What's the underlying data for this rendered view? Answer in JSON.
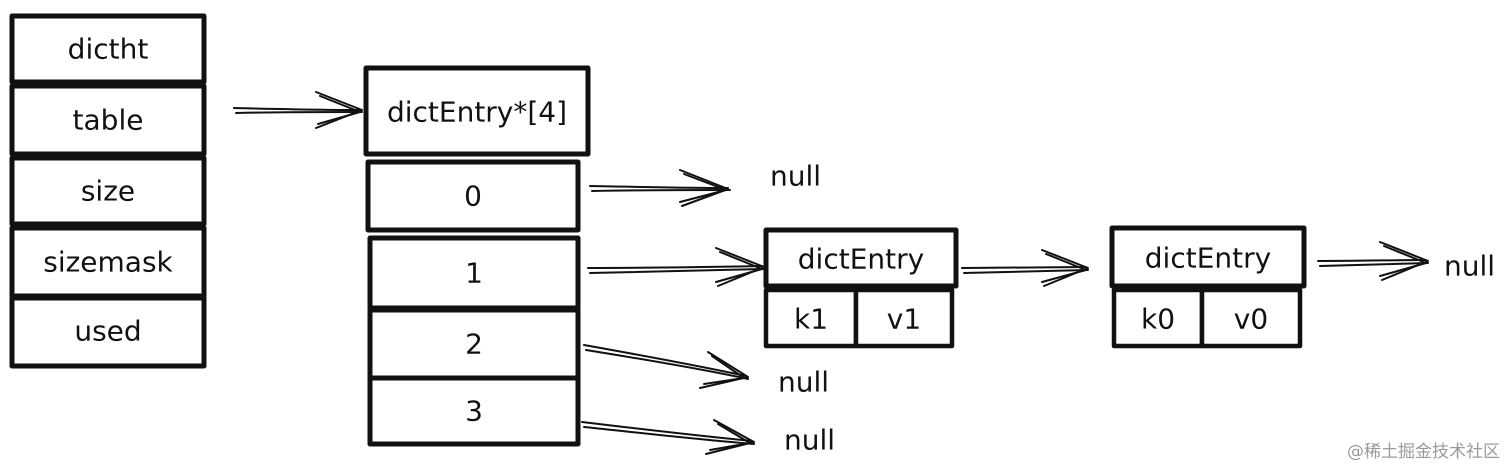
{
  "dictht": {
    "fields": [
      "dictht",
      "table",
      "size",
      "sizemask",
      "used"
    ]
  },
  "table_array": {
    "header": "dictEntry*[4]",
    "slots": [
      "0",
      "1",
      "2",
      "3"
    ]
  },
  "entry_a": {
    "title": "dictEntry",
    "key": "k1",
    "value": "v1"
  },
  "entry_b": {
    "title": "dictEntry",
    "key": "k0",
    "value": "v0"
  },
  "nulls": {
    "slot0": "null",
    "slot2": "null",
    "slot3": "null",
    "chain_end": "null"
  },
  "watermark": "@稀土掘金技术社区"
}
